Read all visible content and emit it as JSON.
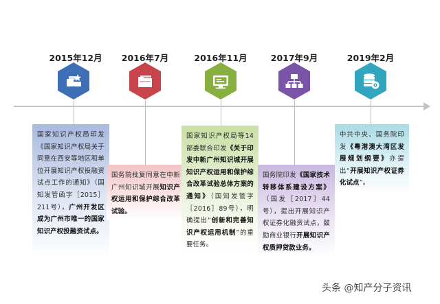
{
  "timeline": [
    {
      "date": "2015年12月",
      "color": "#3e6eb5",
      "icon": "documents-icon",
      "text_parts": [
        {
          "t": "国家知识产权局印发《国家知识产权局关于同意在西安等地区和单位开展知识产权投融资试点工作的通知》（国知发管函字［2015］211号），",
          "bold": false
        },
        {
          "t": "广州开发区成为广州市唯一的国家知识产权投融资试点。",
          "bold": true
        }
      ]
    },
    {
      "date": "2016年7月",
      "color": "#c8444b",
      "icon": "folder-icon",
      "text_parts": [
        {
          "t": "国务院批复同意在中新广州知识城开展",
          "bold": false
        },
        {
          "t": "知识产权运用和保护综合改革试验。",
          "bold": true
        }
      ]
    },
    {
      "date": "2016年11月",
      "color": "#88b040",
      "icon": "monitor-icon",
      "text_parts": [
        {
          "t": "国家知识产权局等14部委联合印发",
          "bold": false
        },
        {
          "t": "《关于印发中新广州知识城开展知识产权运用和保护综合改革试验总体方案的通知》",
          "bold": true
        },
        {
          "t": "（国知发管字［2016］89号），明确提出“",
          "bold": false
        },
        {
          "t": "创新和完善知识产权运用机制",
          "bold": true
        },
        {
          "t": "”的重要任务。",
          "bold": false
        }
      ]
    },
    {
      "date": "2017年9月",
      "color": "#7a54a6",
      "icon": "org-chart-icon",
      "text_parts": [
        {
          "t": "国务院印发",
          "bold": false
        },
        {
          "t": "《国家技术转移体系建设方案》",
          "bold": true
        },
        {
          "t": "（国发［2017］44号），提出开展知识产权证券化融资试点，鼓励商业银行",
          "bold": false
        },
        {
          "t": "开展知识产权质押贷款业务。",
          "bold": true
        }
      ]
    },
    {
      "date": "2019年2月",
      "color": "#33a6bf",
      "icon": "database-gear-icon",
      "text_parts": [
        {
          "t": "中共中央、国务院印发",
          "bold": false
        },
        {
          "t": "《粤港澳大湾区发展规划纲要》",
          "bold": true
        },
        {
          "t": "亦提出“",
          "bold": false
        },
        {
          "t": "开展知识产权证券化试点",
          "bold": true
        },
        {
          "t": "”。",
          "bold": false
        }
      ]
    }
  ],
  "watermark": "头条 @知产分子资讯"
}
